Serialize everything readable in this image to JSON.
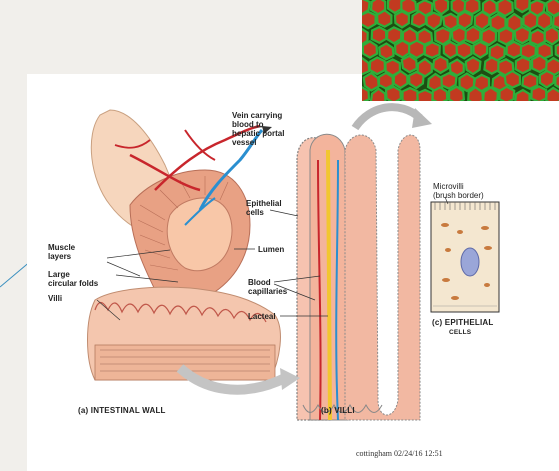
{
  "labels": {
    "vein": "Vein carrying\nblood to\nhepatic portal\nvessel",
    "epithelial_cells": "Epithelial\ncells",
    "lumen": "Lumen",
    "muscle_layers": "Muscle\nlayers",
    "circular_folds": "Large\ncircular folds",
    "villi": "Villi",
    "blood_capillaries": "Blood\ncapillaries",
    "lacteal": "Lacteal",
    "microvilli": "Microvilli\n(brush border)",
    "epithelial_cells_caption_small": "CELLS"
  },
  "captions": {
    "a": "(a) INTESTINAL WALL",
    "b": "(b) VILLI",
    "c": "(c) EPITHELIAL"
  },
  "footer": "cottingham    02/24/16 12:51",
  "colors": {
    "artery": "#c8262c",
    "vein": "#2a8fd0",
    "tissue": "#f1b39a",
    "tissue_dark": "#d9826a",
    "micro_green": "#2fae3a",
    "micro_red": "#c23a20"
  }
}
